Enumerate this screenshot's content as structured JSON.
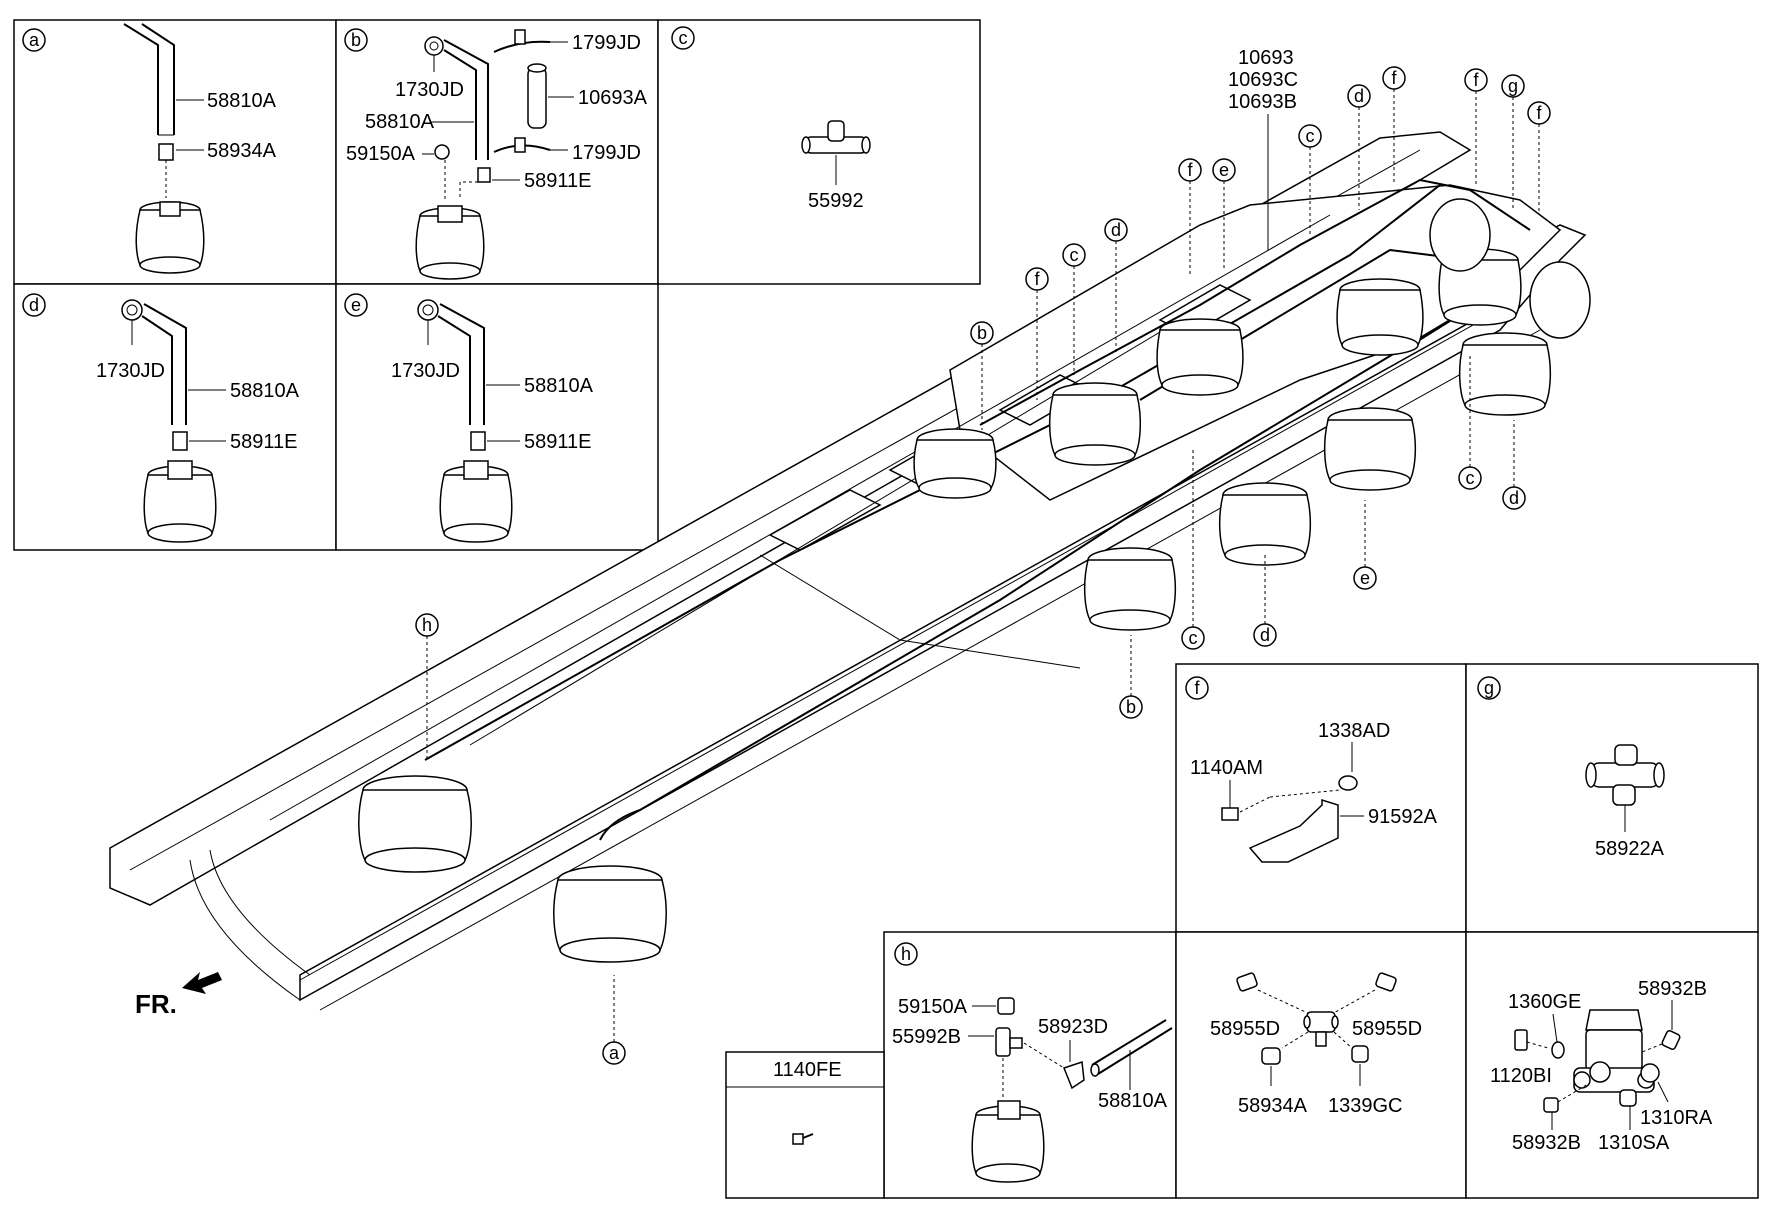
{
  "callouts": [
    "a",
    "b",
    "c",
    "d",
    "e",
    "f",
    "g",
    "h"
  ],
  "panel_a": {
    "letter": "a",
    "parts": [
      "58810A",
      "58934A"
    ]
  },
  "panel_b": {
    "letter": "b",
    "parts": [
      "1730JD",
      "58810A",
      "59150A",
      "1799JD",
      "10693A",
      "1799JD",
      "58911E"
    ]
  },
  "panel_c": {
    "letter": "c",
    "parts": [
      "55992"
    ]
  },
  "panel_d": {
    "letter": "d",
    "parts": [
      "1730JD",
      "58810A",
      "58911E"
    ]
  },
  "panel_e": {
    "letter": "e",
    "parts": [
      "1730JD",
      "58810A",
      "58911E"
    ]
  },
  "panel_f": {
    "letter": "f",
    "parts": [
      "1338AD",
      "1140AM",
      "91592A"
    ]
  },
  "panel_g": {
    "letter": "g",
    "parts": [
      "58922A"
    ]
  },
  "panel_h": {
    "letter": "h",
    "parts": [
      "59150A",
      "55992B",
      "58923D",
      "58810A"
    ]
  },
  "panel_1140fe": {
    "title": "1140FE"
  },
  "panel_valve": {
    "parts": [
      "58955D",
      "58955D",
      "58934A",
      "1339GC"
    ]
  },
  "panel_leveling": {
    "parts": [
      "1360GE",
      "58932B",
      "1120BI",
      "58932B",
      "1310SA",
      "1310RA"
    ]
  },
  "main": {
    "hose_labels": [
      "10693",
      "10693C",
      "10693B"
    ],
    "front_label": "FR."
  },
  "colors": {
    "line": "#000000",
    "background": "#ffffff"
  }
}
